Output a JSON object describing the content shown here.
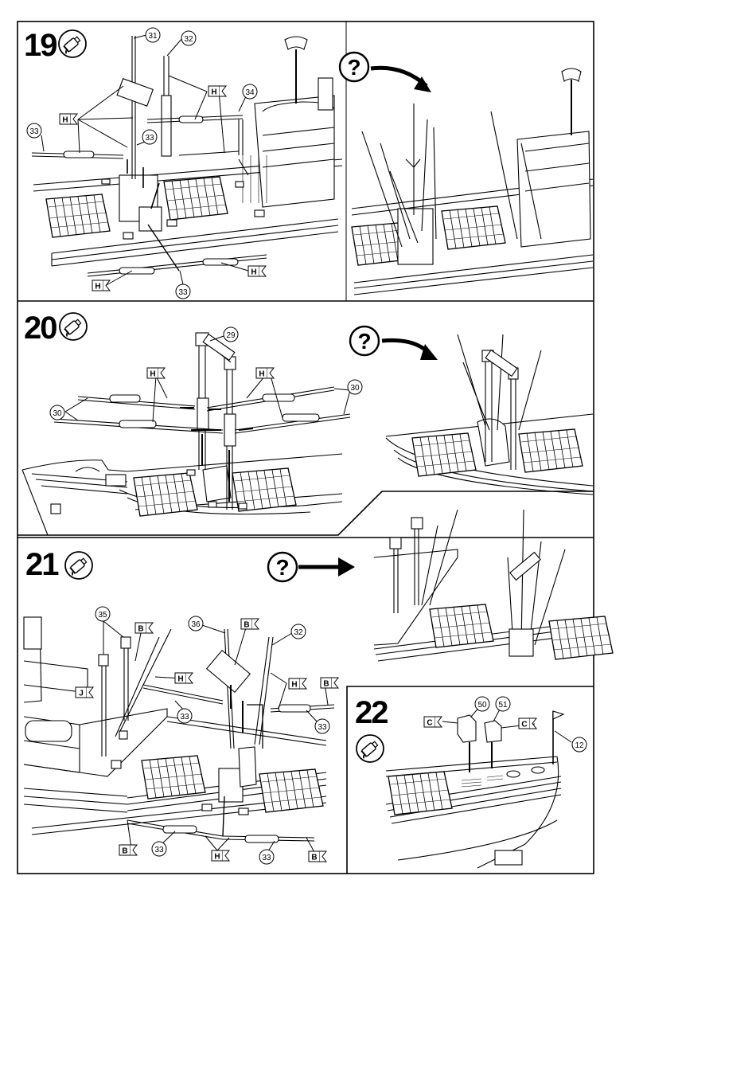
{
  "steps": [
    {
      "number": "19",
      "tool": "glue-tube-icon",
      "preview": "question-mark-icon",
      "callouts": [
        "31",
        "32",
        "34",
        "33",
        "33",
        "33"
      ],
      "flags": [
        "H",
        "H",
        "H",
        "H"
      ]
    },
    {
      "number": "20",
      "tool": "glue-tube-icon",
      "preview": "question-mark-icon",
      "callouts": [
        "29",
        "30",
        "30"
      ],
      "flags": [
        "H",
        "H"
      ]
    },
    {
      "number": "21",
      "tool": "glue-tube-icon",
      "preview": "question-mark-icon",
      "callouts": [
        "35",
        "36",
        "32",
        "33",
        "33",
        "33",
        "33"
      ],
      "flags": [
        "B",
        "B",
        "B",
        "H",
        "H",
        "H",
        "J",
        "B",
        "B"
      ]
    },
    {
      "number": "22",
      "tool": "glue-tube-icon",
      "callouts": [
        "50",
        "51",
        "12"
      ],
      "flags": [
        "C",
        "C"
      ]
    }
  ],
  "question_mark": "?"
}
